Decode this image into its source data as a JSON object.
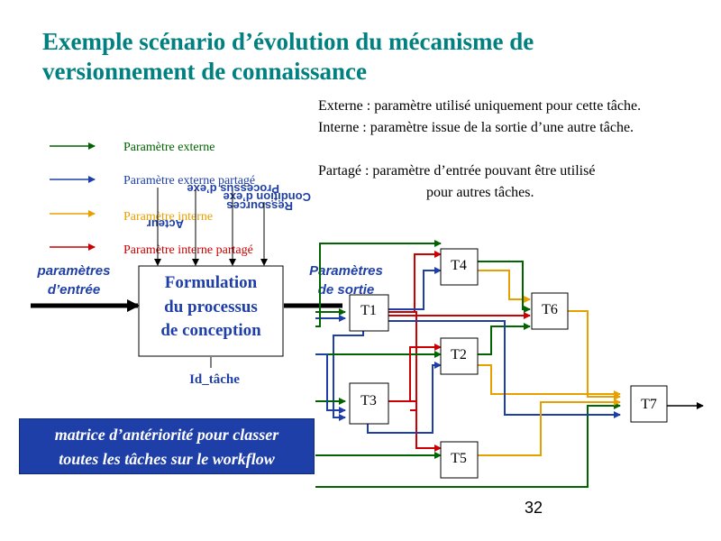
{
  "title": "Exemple scénario d’évolution du mécanisme de versionnement de connaissance",
  "notes": {
    "externe": "Externe : paramètre utilisé uniquement pour cette tâche.",
    "interne": "Interne : paramètre issue de la sortie d’une autre tâche.",
    "partage_1": "Partagé : paramètre d’entrée pouvant être utilisé",
    "partage_2": "pour autres tâches."
  },
  "legend": {
    "items": [
      {
        "label": "Paramètre externe",
        "color": "#006400"
      },
      {
        "label": "Paramètre externe partagé",
        "color": "#1f3fa8"
      },
      {
        "label": "Paramètre interne",
        "color": "#e8a000"
      },
      {
        "label": "Paramètre interne partagé",
        "color": "#cc0000"
      }
    ]
  },
  "process": {
    "box_label": [
      "Formulation",
      "du processus",
      "de conception"
    ],
    "inputs_label": [
      "paramètres",
      "d’entrée"
    ],
    "outputs_label": [
      "Paramètres",
      "de sortie"
    ],
    "id_label": "Id_tâche",
    "mirrored_labels": [
      "Condition d’exe",
      "Ressources",
      "Processus d’exe",
      "Acteur"
    ]
  },
  "tasks": [
    "T1",
    "T2",
    "T3",
    "T4",
    "T5",
    "T6",
    "T7"
  ],
  "blue_box": [
    "matrice d’antériorité pour classer",
    "toutes les tâches sur le workflow"
  ],
  "page_number": "32",
  "colors": {
    "title": "#008080",
    "blue_text": "#1f3fa8",
    "green": "#006400",
    "blue": "#1f3fa8",
    "orange": "#e8a000",
    "red": "#cc0000"
  }
}
